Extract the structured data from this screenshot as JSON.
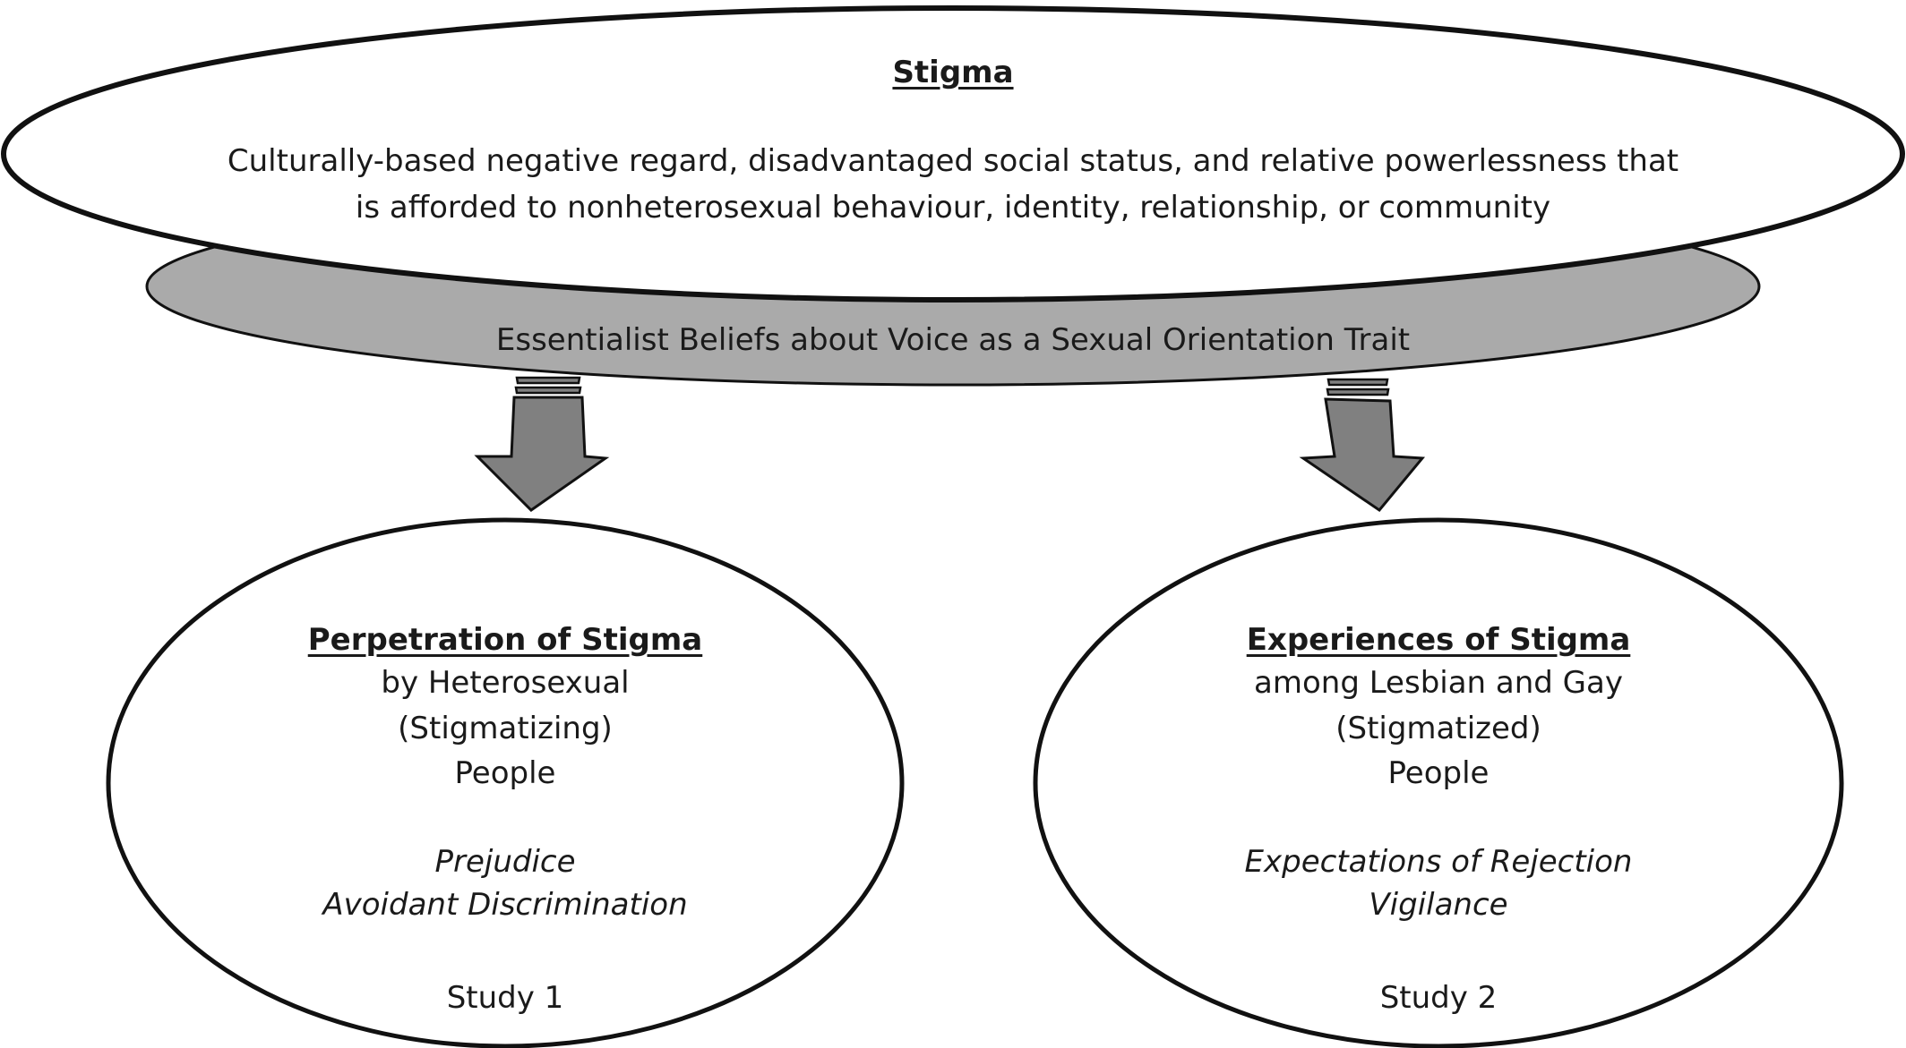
{
  "stigma": {
    "title": "Stigma",
    "definition_line1": "Culturally-based negative regard, disadvantaged social status, and relative powerlessness that",
    "definition_line2": "is afforded to nonheterosexual behaviour, identity, relationship, or community"
  },
  "mediator": {
    "label": "Essentialist Beliefs about Voice as a Sexual Orientation Trait"
  },
  "left_node": {
    "title": "Perpetration of Stigma",
    "line1": "by Heterosexual",
    "line2": "(Stigmatizing)",
    "line3": "People",
    "outcome1": "Prejudice",
    "outcome2": "Avoidant Discrimination",
    "study": "Study 1"
  },
  "right_node": {
    "title": "Experiences of Stigma",
    "line1": "among Lesbian and Gay",
    "line2": "(Stigmatized)",
    "line3": "People",
    "outcome1": "Expectations of Rejection",
    "outcome2": "Vigilance",
    "study": "Study 2"
  },
  "colors": {
    "outline": "#111111",
    "mediator_fill": "#aaaaaa",
    "arrow_fill": "#808080",
    "background": "#ffffff"
  }
}
